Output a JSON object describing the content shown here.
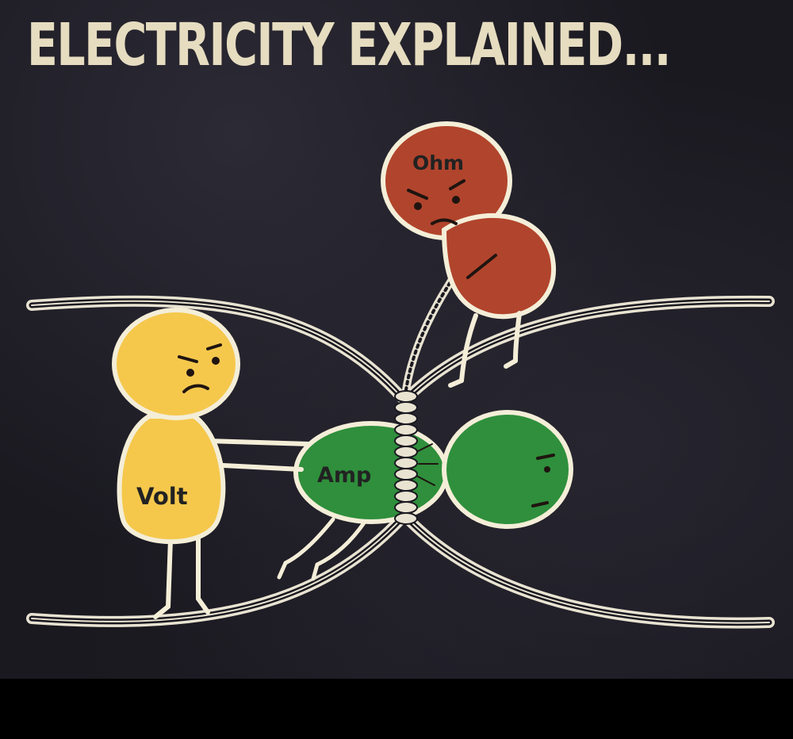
{
  "title": "ELECTRICITY EXPLAINED...",
  "characters": {
    "ohm": {
      "label": "Ohm",
      "color": "#b1442c"
    },
    "volt": {
      "label": "Volt",
      "color": "#f5c84c"
    },
    "amp": {
      "label": "Amp",
      "color": "#2f8f3c"
    }
  },
  "colors": {
    "background": "#1a1920",
    "title": "#e6dcc0",
    "wire": "#e9e3d2",
    "outline": "#f4eed8"
  }
}
